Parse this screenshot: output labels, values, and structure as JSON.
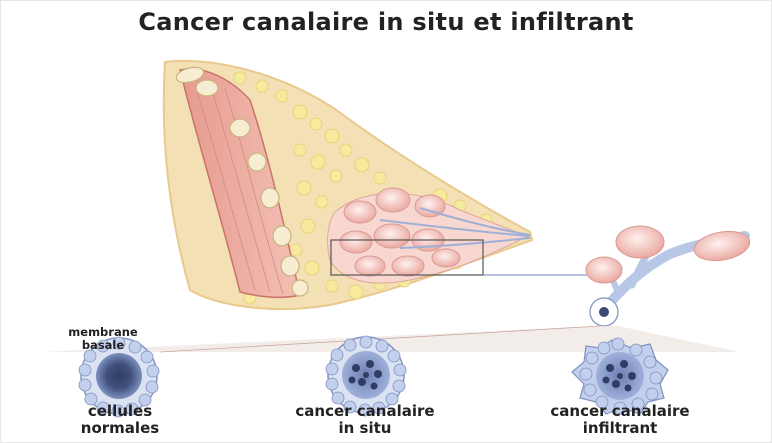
{
  "title": "Cancer canalaire in situ et infiltrant",
  "labels": {
    "membrane": [
      "membrane",
      "basale"
    ],
    "normal": [
      "cellules",
      "normales"
    ],
    "insitu": [
      "cancer canalaire",
      "in situ"
    ],
    "infiltrant": [
      "cancer canalaire",
      "infiltrant"
    ]
  },
  "colors": {
    "tissue_pink": "#f2b4a8",
    "muscle_red": "#d9837a",
    "fat_yellow": "#f1e49a",
    "skin_beige": "#f7e9d0",
    "lobule_pink": "#f6c9c4",
    "duct_blue": "#b9c7e6",
    "cell_dark": "#3b4a72"
  }
}
